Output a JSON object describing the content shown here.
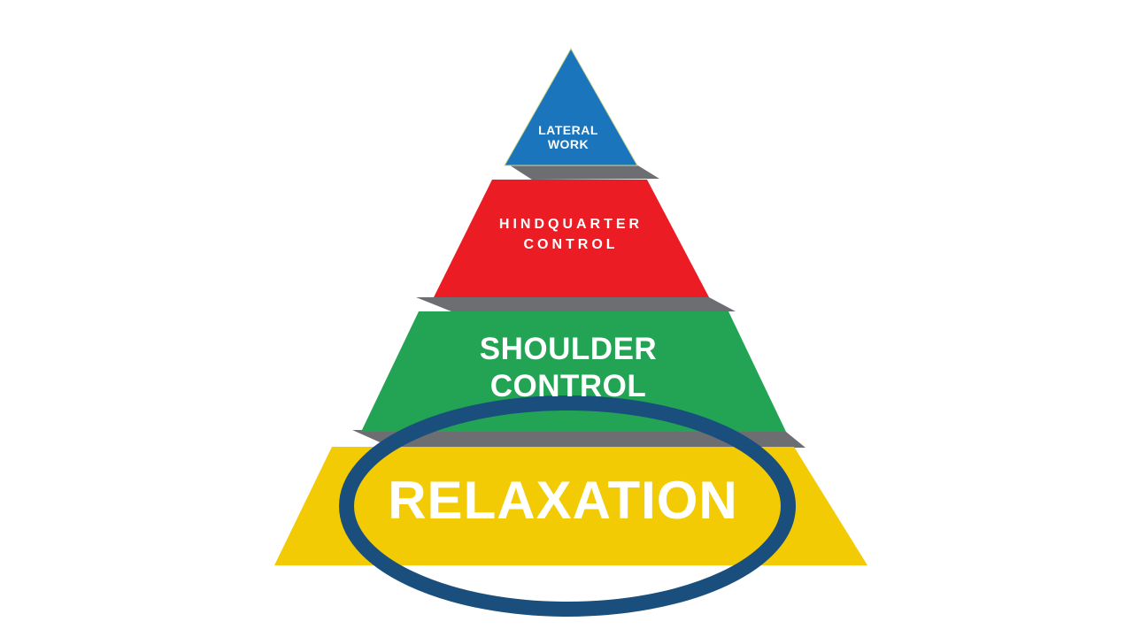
{
  "slide": {
    "background": "#FFFFFF",
    "description": "Four-level training pyramid diagram with drop shadows between levels and a dark blue ellipse circling the base level"
  },
  "colors": {
    "level_blue": "#1B75BC",
    "level_red": "#EC1C24",
    "level_green": "#22A454",
    "level_yellow": "#F2CB05",
    "shadow": "#6D6E71",
    "ellipse": "#1A4F7D",
    "text": "#FFFFFF",
    "triangle_outline": "#CDD98E"
  },
  "pyramid": {
    "type": "pyramid-diagram",
    "levels": [
      {
        "rank": 1,
        "position": "top",
        "lines": [
          "LATERAL",
          "WORK"
        ],
        "label": "LATERAL WORK",
        "color": "#1B75BC"
      },
      {
        "rank": 2,
        "position": "middle",
        "lines": [
          "HINDQUARTER",
          "CONTROL"
        ],
        "label": "HINDQUARTER CONTROL",
        "color": "#EC1C24"
      },
      {
        "rank": 3,
        "position": "middle",
        "lines": [
          "SHOULDER",
          "CONTROL"
        ],
        "label": "SHOULDER CONTROL",
        "color": "#22A454"
      },
      {
        "rank": 4,
        "position": "base",
        "lines": [
          "RELAXATION"
        ],
        "label": "RELAXATION",
        "color": "#F2CB05",
        "emphasized": true
      }
    ],
    "emphasis": {
      "shape": "ellipse",
      "around": "RELAXATION",
      "color": "#1A4F7D"
    }
  }
}
